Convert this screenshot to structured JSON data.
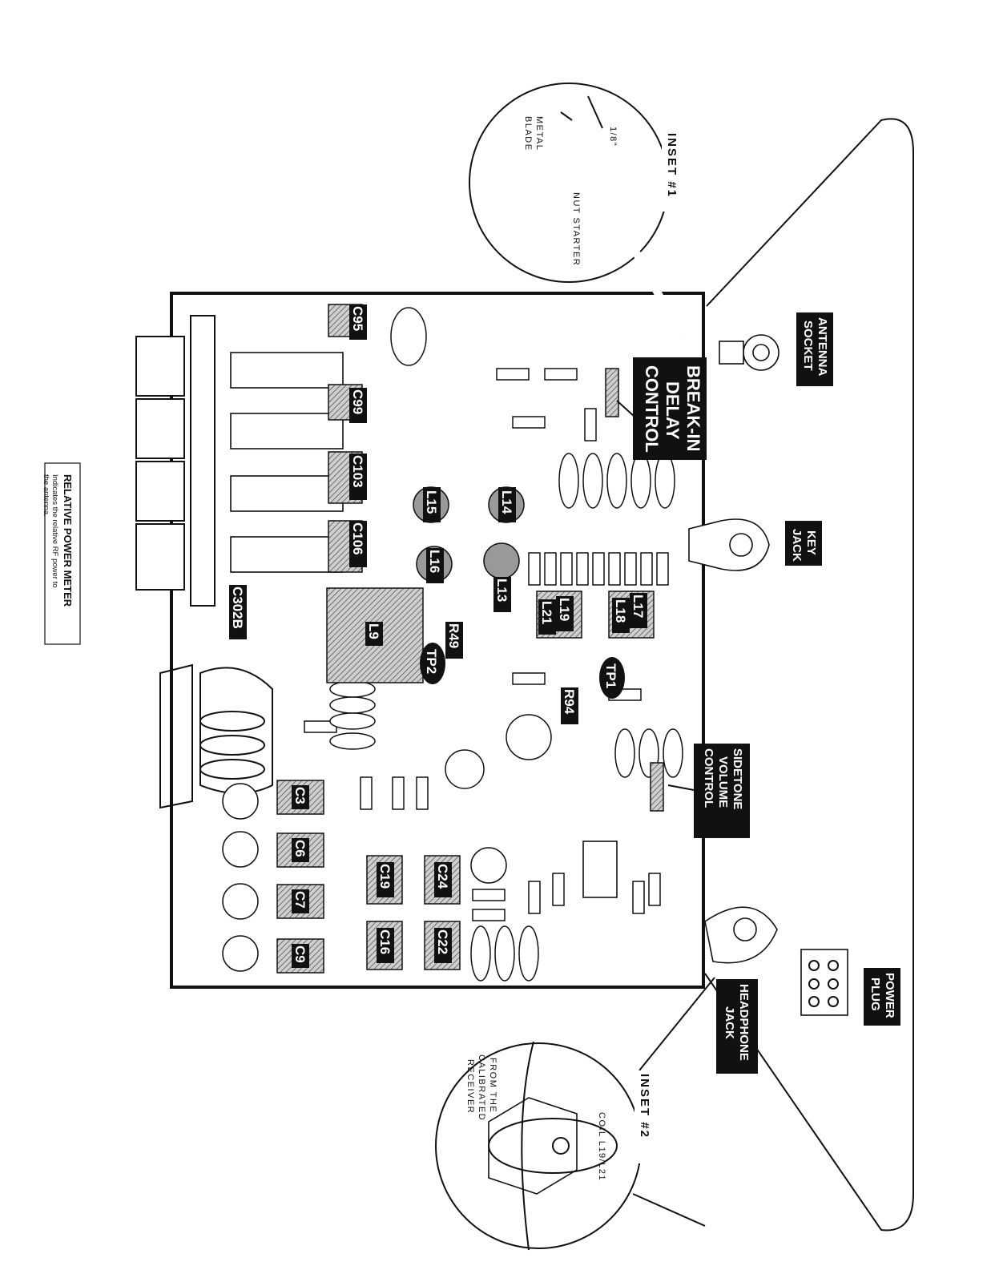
{
  "meter": {
    "title": "RELATIVE POWER METER",
    "note_line1": "Indicates the relative RF power to",
    "note_line2": "the antenna."
  },
  "inset1": {
    "title": "INSET #1",
    "blade_line1": "METAL",
    "blade_line2": "BLADE",
    "dimension": "1/8\"",
    "tool": "NUT STARTER"
  },
  "inset2": {
    "title": "INSET #2",
    "coil": "COIL L19/L21",
    "source_line1": "FROM THE",
    "source_line2": "CALIBRATED",
    "source_line3": "RECEIVER"
  },
  "callouts": {
    "break_in_line1": "BREAK-IN",
    "break_in_line2": "DELAY",
    "break_in_line3": "CONTROL",
    "antenna_line1": "ANTENNA",
    "antenna_line2": "SOCKET",
    "key_line1": "KEY",
    "key_line2": "JACK",
    "sidetone_line1": "SIDETONE",
    "sidetone_line2": "VOLUME",
    "sidetone_line3": "CONTROL",
    "power_line1": "POWER",
    "power_line2": "PLUG",
    "headphone_line1": "HEADPHONE",
    "headphone_line2": "JACK"
  },
  "parts": {
    "c95": "C95",
    "c99": "C99",
    "c103": "C103",
    "c106": "C106",
    "c302b": "C302B",
    "l15": "L15",
    "l14": "L14",
    "l16": "L16",
    "l13": "L13",
    "l9": "L9",
    "l19": "L19",
    "l21": "L21",
    "l17": "L17",
    "l18": "L18",
    "r49": "R49",
    "r94": "R94",
    "tp1": "TP1",
    "tp2": "TP2",
    "c3": "C3",
    "c6": "C6",
    "c7": "C7",
    "c9": "C9",
    "c19": "C19",
    "c24": "C24",
    "c16": "C16",
    "c22": "C22"
  }
}
